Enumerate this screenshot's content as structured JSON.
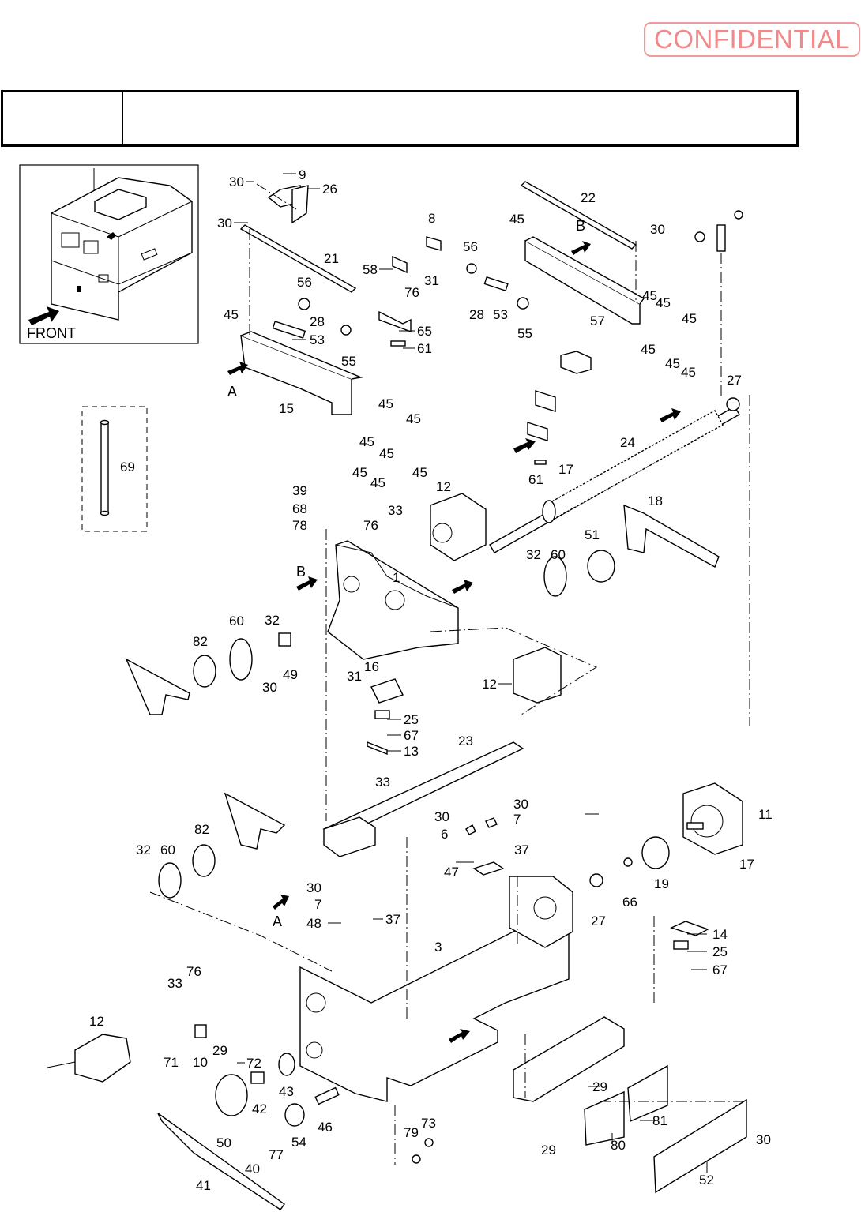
{
  "stamp": {
    "text": "CONFIDENTIAL",
    "color": "#f08a8a"
  },
  "header": {
    "left_cell": "",
    "right_cell": ""
  },
  "inset": {
    "label": "FRONT",
    "arrow_icon": "front-arrow"
  },
  "view_markers": {
    "a": "A",
    "b": "B"
  },
  "part_labels": [
    {
      "id": "p9",
      "text": "9"
    },
    {
      "id": "p30a",
      "text": "30"
    },
    {
      "id": "p26",
      "text": "26"
    },
    {
      "id": "p30b",
      "text": "30"
    },
    {
      "id": "p21",
      "text": "21"
    },
    {
      "id": "p8",
      "text": "8"
    },
    {
      "id": "p58",
      "text": "58"
    },
    {
      "id": "p31a",
      "text": "31"
    },
    {
      "id": "p76a",
      "text": "76"
    },
    {
      "id": "p56a",
      "text": "56"
    },
    {
      "id": "p28a",
      "text": "28"
    },
    {
      "id": "p53a",
      "text": "53"
    },
    {
      "id": "p45a",
      "text": "45"
    },
    {
      "id": "p55a",
      "text": "55"
    },
    {
      "id": "p65",
      "text": "65"
    },
    {
      "id": "p61a",
      "text": "61"
    },
    {
      "id": "p15",
      "text": "15"
    },
    {
      "id": "p45b",
      "text": "45"
    },
    {
      "id": "p45c",
      "text": "45"
    },
    {
      "id": "p45d",
      "text": "45"
    },
    {
      "id": "p45e",
      "text": "45"
    },
    {
      "id": "p45f",
      "text": "45"
    },
    {
      "id": "p45g",
      "text": "45"
    },
    {
      "id": "p45h",
      "text": "45"
    },
    {
      "id": "p22",
      "text": "22"
    },
    {
      "id": "p45i",
      "text": "45"
    },
    {
      "id": "p30c",
      "text": "30"
    },
    {
      "id": "p56b",
      "text": "56"
    },
    {
      "id": "p28b",
      "text": "28"
    },
    {
      "id": "p53b",
      "text": "53"
    },
    {
      "id": "p55b",
      "text": "55"
    },
    {
      "id": "p57",
      "text": "57"
    },
    {
      "id": "p45j",
      "text": "45"
    },
    {
      "id": "p45k",
      "text": "45"
    },
    {
      "id": "p45l",
      "text": "45"
    },
    {
      "id": "p45m",
      "text": "45"
    },
    {
      "id": "p45n",
      "text": "45"
    },
    {
      "id": "p45o",
      "text": "45"
    },
    {
      "id": "p27a",
      "text": "27"
    },
    {
      "id": "p24",
      "text": "24"
    },
    {
      "id": "p61b",
      "text": "61"
    },
    {
      "id": "p17a",
      "text": "17"
    },
    {
      "id": "p18",
      "text": "18"
    },
    {
      "id": "p51",
      "text": "51"
    },
    {
      "id": "p32a",
      "text": "32"
    },
    {
      "id": "p60a",
      "text": "60"
    },
    {
      "id": "p69",
      "text": "69"
    },
    {
      "id": "p39",
      "text": "39"
    },
    {
      "id": "p68",
      "text": "68"
    },
    {
      "id": "p78",
      "text": "78"
    },
    {
      "id": "p12a",
      "text": "12"
    },
    {
      "id": "p33a",
      "text": "33"
    },
    {
      "id": "p76b",
      "text": "76"
    },
    {
      "id": "p1",
      "text": "1"
    },
    {
      "id": "p60b",
      "text": "60"
    },
    {
      "id": "p32b",
      "text": "32"
    },
    {
      "id": "p82a",
      "text": "82"
    },
    {
      "id": "p30d",
      "text": "30"
    },
    {
      "id": "p49",
      "text": "49"
    },
    {
      "id": "p31b",
      "text": "31"
    },
    {
      "id": "p16",
      "text": "16"
    },
    {
      "id": "p25a",
      "text": "25"
    },
    {
      "id": "p67a",
      "text": "67"
    },
    {
      "id": "p13",
      "text": "13"
    },
    {
      "id": "p12b",
      "text": "12"
    },
    {
      "id": "p23",
      "text": "23"
    },
    {
      "id": "p33b",
      "text": "33"
    },
    {
      "id": "p30e",
      "text": "30"
    },
    {
      "id": "p30f",
      "text": "30"
    },
    {
      "id": "p7a",
      "text": "7"
    },
    {
      "id": "p6",
      "text": "6"
    },
    {
      "id": "p37a",
      "text": "37"
    },
    {
      "id": "p47",
      "text": "47"
    },
    {
      "id": "p11",
      "text": "11"
    },
    {
      "id": "p17b",
      "text": "17"
    },
    {
      "id": "p19",
      "text": "19"
    },
    {
      "id": "p66",
      "text": "66"
    },
    {
      "id": "p27b",
      "text": "27"
    },
    {
      "id": "p82b",
      "text": "82"
    },
    {
      "id": "p32c",
      "text": "32"
    },
    {
      "id": "p60c",
      "text": "60"
    },
    {
      "id": "p30g",
      "text": "30"
    },
    {
      "id": "p7b",
      "text": "7"
    },
    {
      "id": "p48",
      "text": "48"
    },
    {
      "id": "p37b",
      "text": "37"
    },
    {
      "id": "p3",
      "text": "3"
    },
    {
      "id": "p14",
      "text": "14"
    },
    {
      "id": "p25b",
      "text": "25"
    },
    {
      "id": "p67b",
      "text": "67"
    },
    {
      "id": "p76c",
      "text": "76"
    },
    {
      "id": "p33c",
      "text": "33"
    },
    {
      "id": "p12c",
      "text": "12"
    },
    {
      "id": "p29a",
      "text": "29"
    },
    {
      "id": "p71",
      "text": "71"
    },
    {
      "id": "p10",
      "text": "10"
    },
    {
      "id": "p72",
      "text": "72"
    },
    {
      "id": "p43",
      "text": "43"
    },
    {
      "id": "p42",
      "text": "42"
    },
    {
      "id": "p50",
      "text": "50"
    },
    {
      "id": "p54",
      "text": "54"
    },
    {
      "id": "p46",
      "text": "46"
    },
    {
      "id": "p77",
      "text": "77"
    },
    {
      "id": "p40",
      "text": "40"
    },
    {
      "id": "p41",
      "text": "41"
    },
    {
      "id": "p79",
      "text": "79"
    },
    {
      "id": "p73",
      "text": "73"
    },
    {
      "id": "p29b",
      "text": "29"
    },
    {
      "id": "p29c",
      "text": "29"
    },
    {
      "id": "p81",
      "text": "81"
    },
    {
      "id": "p80",
      "text": "80"
    },
    {
      "id": "p30h",
      "text": "30"
    },
    {
      "id": "p52",
      "text": "52"
    }
  ]
}
